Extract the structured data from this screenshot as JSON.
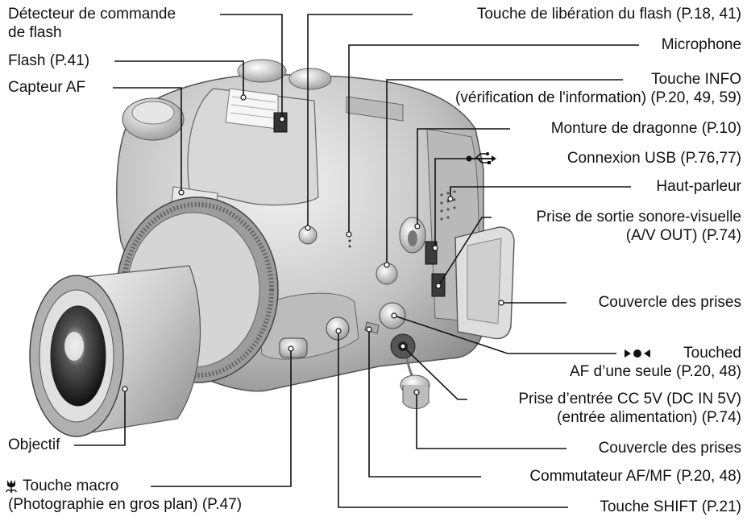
{
  "labels": {
    "detecteur_line1": "Détecteur de commande",
    "detecteur_line2": "de flash",
    "flash": "Flash (P.41)",
    "capteur_af": "Capteur AF",
    "touche_liberation_flash": "Touche de libération du flash (P.18, 41)",
    "microphone": "Microphone",
    "touche_info_line1": "Touche INFO",
    "touche_info_line2": "(vérification de l'information) (P.20, 49, 59)",
    "monture_dragonne": "Monture de dragonne (P.10)",
    "connexion_usb": "Connexion USB (P.76,77)",
    "haut_parleur": "Haut-parleur",
    "prise_av_line1": "Prise de sortie sonore-visuelle",
    "prise_av_line2": "(A/V OUT) (P.74)",
    "couvercle_prises_1": "Couvercle des prises",
    "touche_af_line1": "Touched",
    "touche_af_line2": "AF d’une seule (P.20, 48)",
    "prise_dc_line1": "Prise d’entrée CC 5V (DC IN 5V)",
    "prise_dc_line2": "(entrée alimentation) (P.74)",
    "couvercle_prises_2": "Couvercle des prises",
    "objectif": "Objectif",
    "commutateur_afmf": "Commutateur AF/MF (P.20, 48)",
    "touche_macro_line1": "Touche macro",
    "touche_macro_line2": "(Photographie en gros plan) (P.47)",
    "touche_shift": "Touche SHIFT (P.21)"
  },
  "icons": {
    "usb": "usb-icon",
    "af_single": "af-target-icon",
    "macro": "tulip-icon"
  },
  "colors": {
    "text": "#111111",
    "camera_body": "#c8c8c8",
    "camera_dark": "#4a4a4a"
  }
}
